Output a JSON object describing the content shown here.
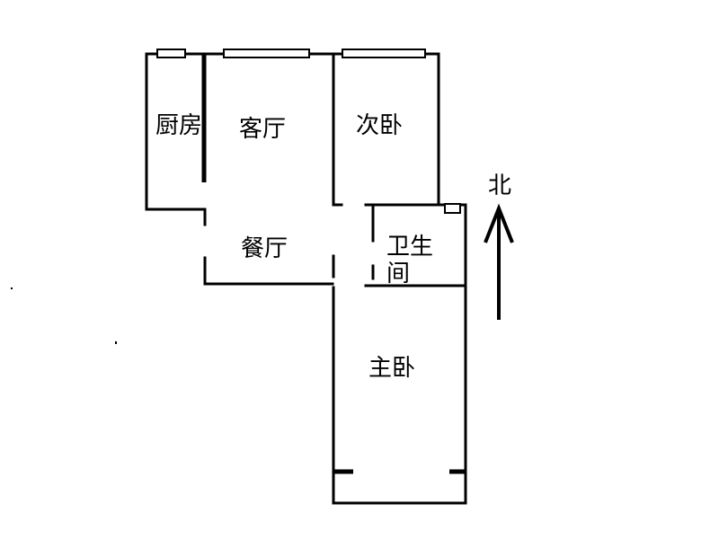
{
  "rooms": {
    "kitchen": "厨房",
    "living_room": "客厅",
    "second_bedroom": "次卧",
    "dining_room": "餐厅",
    "bathroom_line1": "卫生",
    "bathroom_line2": "间",
    "master_bedroom": "主卧"
  },
  "compass": {
    "label": "北"
  }
}
